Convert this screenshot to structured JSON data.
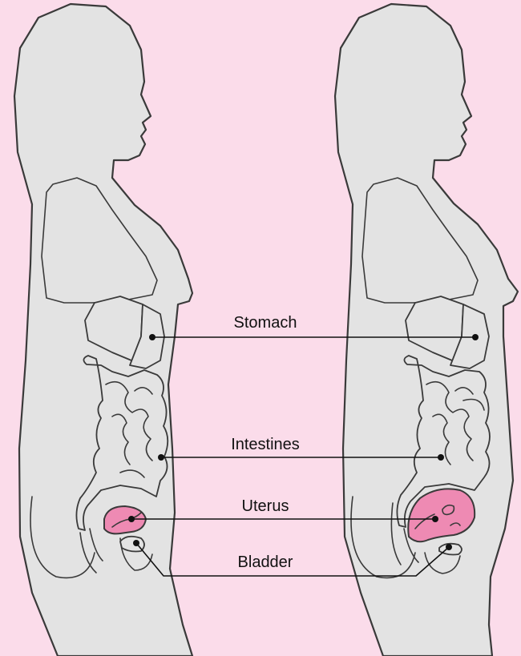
{
  "colors": {
    "background": "#fbdcea",
    "body_fill": "#e3e3e3",
    "outline": "#3a3a3a",
    "uterus": "#ee8ab3",
    "leader_line": "#111111"
  },
  "labels": {
    "stomach": "Stomach",
    "intestines": "Intestines",
    "uterus": "Uterus",
    "bladder": "Bladder"
  }
}
